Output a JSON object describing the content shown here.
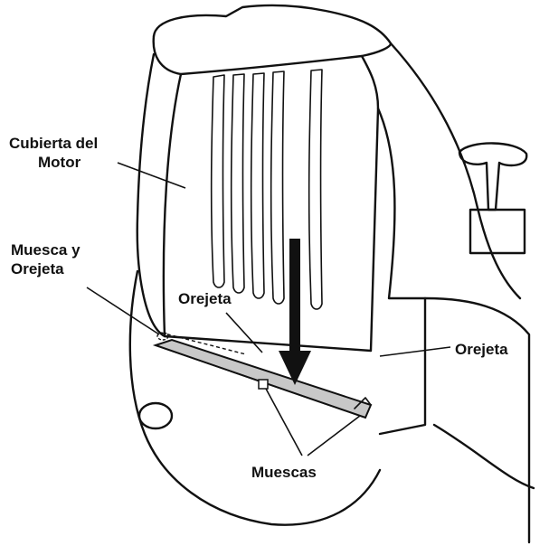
{
  "labels": {
    "motor_cover": [
      "Cubierta del",
      "Motor"
    ],
    "notch_and_tab": [
      "Muesca y",
      "Orejeta"
    ],
    "tab_center": "Orejeta",
    "tab_right": "Orejeta",
    "notches": "Muescas"
  },
  "colors": {
    "line": "#111111",
    "filter_fill": "#c8c8c8",
    "arrow": "#111111"
  },
  "icons": {
    "direction_arrow": "arrow-down-icon"
  }
}
